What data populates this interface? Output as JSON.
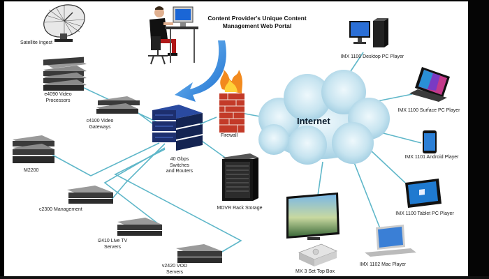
{
  "title": "Content Provider's Unique Content\nManagement Web Portal",
  "cloud_label": "Internet",
  "nodes": {
    "satellite": "Satellite Ingest",
    "e4090": "e4090 Video\nProcessors",
    "c4100": "c4100 Video\nGateways",
    "m2200": "M2200",
    "c2300": "c2300 Management",
    "i2410": "i2410 Live TV\nServers",
    "v2420": "v2420 VOD\nServers",
    "switches": "40 Gbps\nSwitches\nand Routers",
    "firewall": "Firewall",
    "mdvr": "MDVR Rack Storage",
    "imx_desktop": "IMX 1100 Desktop PC Player",
    "imx_surface": "IMX 1100 Surface PC Player",
    "imx_android": "IMX 1101 Android Player",
    "imx_tablet": "IMX 1100 Tablet PC Player",
    "imx_mac": "IMX 1102 Mac Player",
    "mx3": "MX 3 Set Top Box"
  },
  "colors": {
    "link": "#5fb7c9",
    "arrow": "#2a7fd4",
    "cloud": "#bfe0ee",
    "switch": "#1d2f6e",
    "server": "#6a6a6a"
  }
}
